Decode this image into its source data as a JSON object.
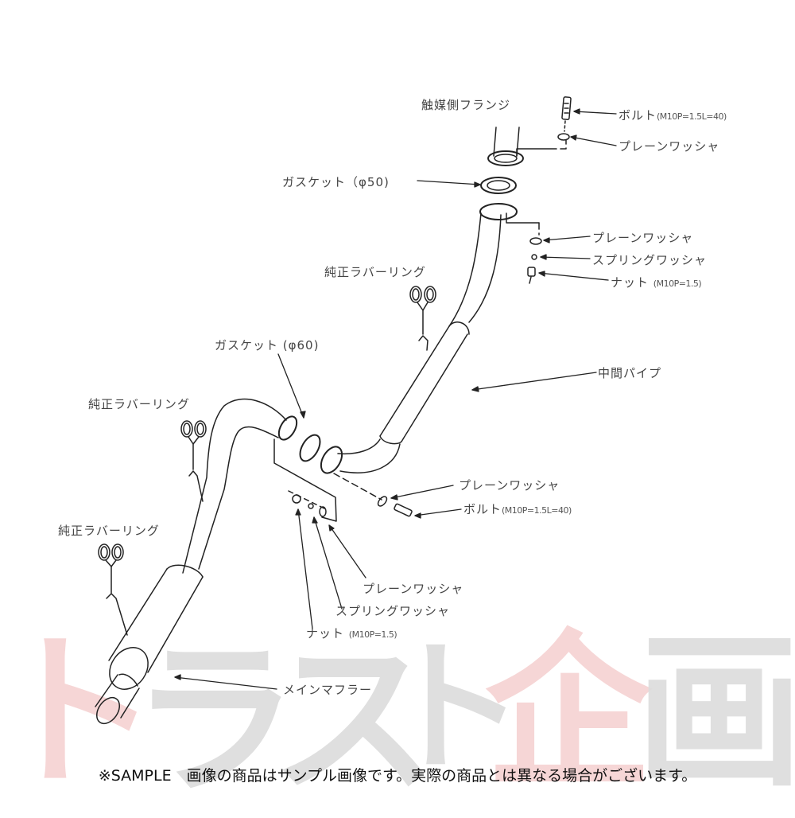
{
  "diagram": {
    "type": "exploded-parts-diagram",
    "subject": "exhaust system",
    "parts": {
      "cat_flange": "触媒側フランジ",
      "bolt_top": {
        "name": "ボルト",
        "spec": "(M10P=1.5L=40)"
      },
      "plain_washer_top": "プレーンワッシャ",
      "gasket_50": "ガスケット（φ50)",
      "plain_washer_upper_right": "プレーンワッシャ",
      "spring_washer_upper_right": "スプリングワッシャ",
      "nut_upper_right": {
        "name": "ナット",
        "spec": "(M10P=1.5)"
      },
      "rubber_ring_upper": "純正ラバーリング",
      "gasket_60": "ガスケット (φ60)",
      "mid_pipe": "中間パイプ",
      "rubber_ring_middle": "純正ラバーリング",
      "rubber_ring_lower": "純正ラバーリング",
      "plain_washer_mid": "プレーンワッシャ",
      "bolt_mid": {
        "name": "ボルト",
        "spec": "(M10P=1.5L=40)"
      },
      "plain_washer_bottom": "プレーンワッシャ",
      "spring_washer_bottom": "スプリングワッシャ",
      "nut_bottom": {
        "name": "ナット",
        "spec": "(M10P=1.5)"
      },
      "main_muffler": "メインマフラー"
    }
  },
  "watermark": {
    "chars": [
      "ト",
      "ラ",
      "ス",
      "ト",
      "企",
      "画"
    ],
    "colors": {
      "red": "#f6d2d2",
      "gray": "#dcdcdc"
    }
  },
  "footer": {
    "text": "※SAMPLE　画像の商品はサンプル画像です。実際の商品とは異なる場合がございます。"
  }
}
